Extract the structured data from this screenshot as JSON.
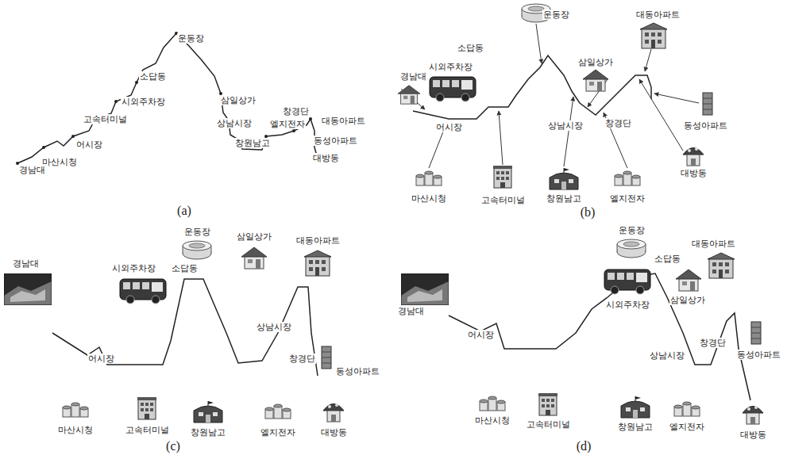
{
  "diagram": {
    "labels": [
      "운동장",
      "소답동",
      "시외주차장",
      "고속터미널",
      "어시장",
      "마산시청",
      "경남대",
      "삼일상가",
      "상남시장",
      "창원남고",
      "창경단",
      "엘지전자",
      "대동아파트",
      "동성아파트",
      "대방동",
      "(a)",
      "운동장",
      "대동아파트",
      "소답동",
      "시외주차장",
      "삼일상가",
      "경남대",
      "어시장",
      "상남시장",
      "창경단",
      "동성아파트",
      "마산시청",
      "고속터미널",
      "창원남고",
      "엘지전자",
      "대방동",
      "(b)",
      "운동장",
      "삼일상가",
      "대동아파트",
      "경남대",
      "시외주차장",
      "소답동",
      "어시장",
      "상남시장",
      "창경단",
      "동성아파트",
      "마산시청",
      "고속터미널",
      "창원남고",
      "엘지전자",
      "대방동",
      "(c)",
      "운동장",
      "대동아파트",
      "소답동",
      "삼일상가",
      "시외주차장",
      "경남대",
      "어시장",
      "상남시장",
      "창경단",
      "동성아파트",
      "마산시청",
      "고속터미널",
      "창원남고",
      "엘지전자",
      "대방동",
      "(d)"
    ]
  }
}
